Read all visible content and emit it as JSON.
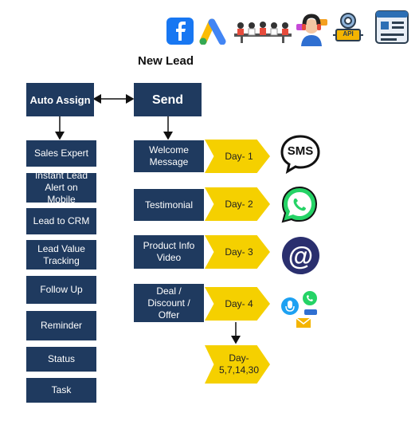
{
  "title": "New Lead",
  "auto_assign": "Auto Assign",
  "send": "Send",
  "left_items": [
    "Sales Expert",
    "Instant Lead Alert on Mobile",
    "Lead to CRM",
    "Lead Value Tracking",
    "Follow Up",
    "Reminder",
    "Status",
    "Task"
  ],
  "messages": [
    {
      "label": "Welcome Message",
      "day": "Day- 1"
    },
    {
      "label": "Testimonial",
      "day": "Day- 2"
    },
    {
      "label": "Product Info Video",
      "day": "Day- 3"
    },
    {
      "label": "Deal / Discount / Offer",
      "day": "Day- 4"
    }
  ],
  "final_day": "Day- 5,7,14,30",
  "channel_icons": {
    "sms": "SMS",
    "whatsapp": "whatsapp-icon",
    "email": "@"
  },
  "top_icons": [
    "facebook-icon",
    "google-ads-icon",
    "team-illustration",
    "support-agent-illustration",
    "api-icon",
    "web-form-icon"
  ],
  "api_label": "API",
  "colors": {
    "box": "#1f3a5f",
    "chevron": "#f5d000",
    "whatsapp": "#25d366",
    "email_circle": "#2a2f6e"
  }
}
